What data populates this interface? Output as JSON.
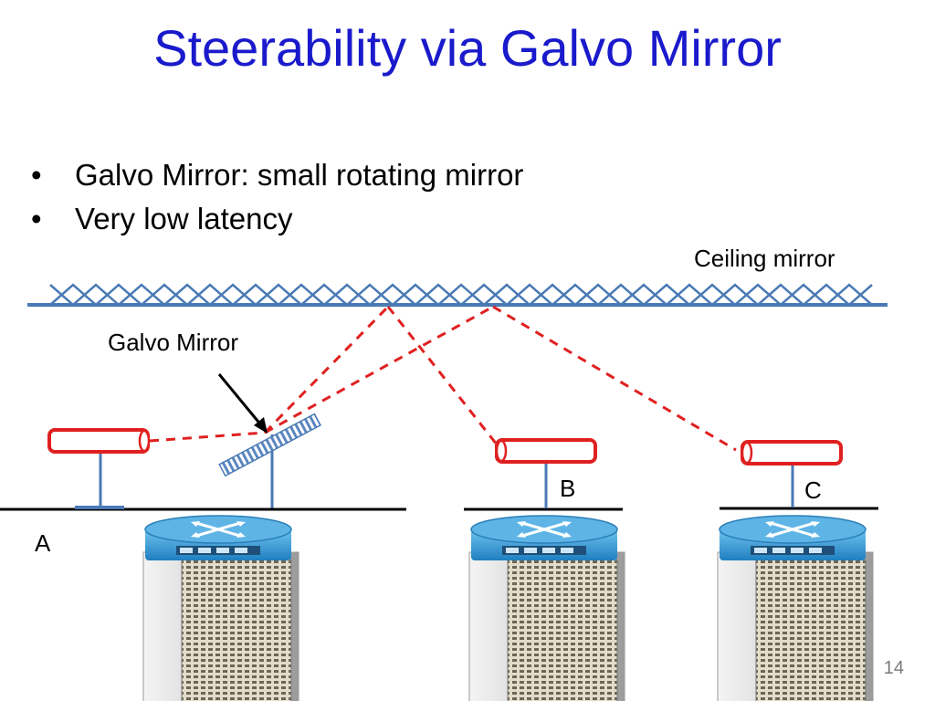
{
  "slide": {
    "title": "Steerability via Galvo Mirror",
    "bullets": [
      "Galvo Mirror: small rotating mirror",
      "Very low latency"
    ],
    "page_number": "14"
  },
  "diagram": {
    "labels": {
      "ceiling_mirror": "Ceiling mirror",
      "galvo_mirror": "Galvo Mirror",
      "node_a": "A",
      "node_b": "B",
      "node_c": "C"
    },
    "colors": {
      "title": "#1a1acc",
      "beam": "#e02020",
      "mirror": "#4a7ab5",
      "transceiver_border": "#e02020",
      "router_top": "#3a9bd5",
      "rack": "#c8c8c8"
    }
  }
}
